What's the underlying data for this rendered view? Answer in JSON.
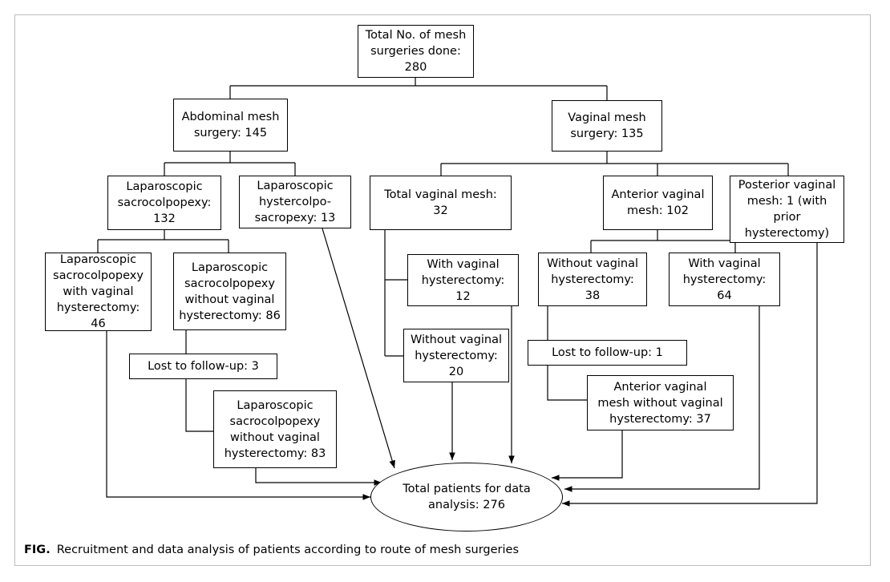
{
  "nodes": {
    "total": "Total No. of mesh\nsurgeries done: 280",
    "abdominal": "Abdominal mesh\nsurgery: 145",
    "vaginal": "Vaginal mesh\nsurgery: 135",
    "lap_sacro": "Laparoscopic\nsacrocolpopexy:\n132",
    "lap_hyster": "Laparoscopic\nhystercolpo-\nsacropexy: 13",
    "total_vaginal": "Total vaginal mesh: 32",
    "anterior": "Anterior vaginal\nmesh: 102",
    "posterior": "Posterior vaginal\nmesh: 1 (with prior\nhysterectomy)",
    "lap_with_vh": "Laparoscopic\nsacrocolpopexy\nwith vaginal\nhysterectomy: 46",
    "lap_without_vh": "Laparoscopic\nsacrocolpopexy\nwithout vaginal\nhysterectomy: 86",
    "tv_with_vh": "With vaginal\nhysterectomy: 12",
    "tv_without_vh": "Without vaginal\nhysterectomy: 20",
    "ant_without_vh": "Without vaginal\nhysterectomy: 38",
    "ant_with_vh": "With vaginal\nhysterectomy: 64",
    "lost_lap": "Lost to follow-up: 3",
    "lost_ant": "Lost to follow-up: 1",
    "lap_without_vh_final": "Laparoscopic\nsacrocolpopexy\nwithout vaginal\nhysterectomy: 83",
    "ant_final": "Anterior vaginal\nmesh without vaginal\nhysterectomy: 37",
    "analysis": "Total patients for data\nanalysis: 276"
  },
  "caption": {
    "label": "FIG.",
    "text": "Recruitment and data analysis of patients according to route of mesh surgeries"
  }
}
